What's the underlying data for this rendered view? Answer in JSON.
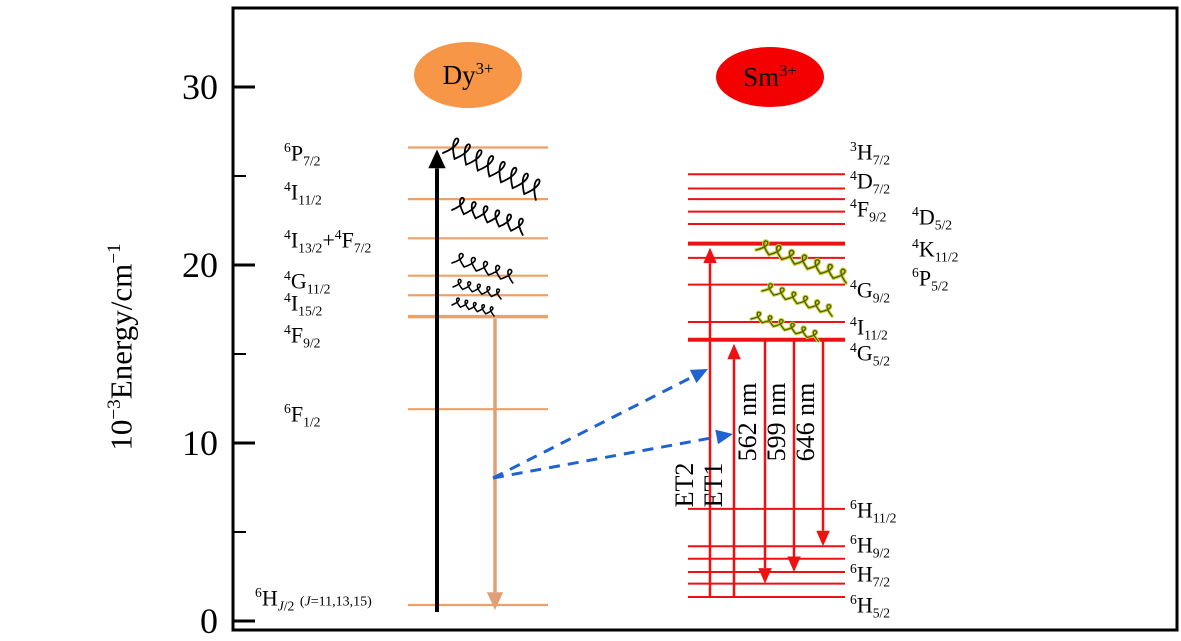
{
  "axis": {
    "title": "10^−3^Energy/cm^−1^",
    "major_ticks": [
      30,
      20,
      10,
      0
    ],
    "minor_ticks": [
      25,
      15,
      5
    ],
    "range": [
      0,
      30
    ]
  },
  "ions": {
    "dy": {
      "name": "Dy^3+^",
      "color": "#F79646"
    },
    "sm": {
      "name": "Sm^3+^",
      "color": "#F40000"
    }
  },
  "dy_levels": [
    {
      "label": "^6^P_7/2_",
      "E": 26.6
    },
    {
      "label": "^4^I_11/2_",
      "E": 23.7
    },
    {
      "label": "^4^I_13/2_+^4^F_7/2_",
      "E": 21.5
    },
    {
      "label": "^4^G_11/2_",
      "E": 19.4
    },
    {
      "label": "^4^I_15/2_",
      "E": 18.3
    },
    {
      "label": "^4^F_9/2_",
      "E": 17.1,
      "thick": true
    },
    {
      "label": "^6^F_1/2_",
      "E": 11.9
    },
    {
      "label": "^6^H_*J*/2_",
      "note": "(*J*=11,13,15)",
      "E": 0.9
    }
  ],
  "sm_levels": [
    {
      "label": "^3^H_7/2_",
      "E": 25.1
    },
    {
      "label": "^4^D_7/2_",
      "E": 24.3
    },
    {
      "label": "^4^F_9/2_",
      "E": 23.7
    },
    {
      "label": "^4^D_5/2_",
      "E": 23.0
    },
    {
      "label": "",
      "E": 22.3
    },
    {
      "label": "^4^K_11/2_",
      "E": 21.2,
      "thick": true
    },
    {
      "label": "^6^P_5/2_",
      "E": 20.4
    },
    {
      "label": "^4^G_9/2_",
      "E": 18.9
    },
    {
      "label": "^4^I_11/2_",
      "E": 16.8
    },
    {
      "label": "^4^G_5/2_",
      "E": 15.8,
      "thick": true
    },
    {
      "label": "^6^H_11/2_",
      "E": 6.3
    },
    {
      "label": "^6^H_9/2_",
      "E": 4.2
    },
    {
      "label": "",
      "E": 3.5
    },
    {
      "label": "^6^H_7/2_",
      "E": 2.75
    },
    {
      "label": "",
      "E": 2.1
    },
    {
      "label": "^6^H_5/2_",
      "E": 1.35
    }
  ],
  "transitions": {
    "excitation": {
      "ion": "Dy",
      "from_E": 0.5,
      "to_E": 26.6
    },
    "dy_emission": {
      "ion": "Dy",
      "from_E": 17.1,
      "to_E": 0.7
    },
    "energy_transfer": [
      {
        "label": "ET2",
        "from_E": 1.35,
        "to_E": 21.2
      },
      {
        "label": "ET1",
        "from_E": 1.35,
        "to_E": 15.8
      }
    ],
    "sm_emissions": [
      {
        "label": "562 nm",
        "from_E": 15.8,
        "to_E": 2.1
      },
      {
        "label": "599 nm",
        "from_E": 15.8,
        "to_E": 2.75
      },
      {
        "label": "646 nm",
        "from_E": 15.8,
        "to_E": 4.2
      }
    ],
    "dy_to_sm_transfer": {
      "style": "dashed",
      "count": 2
    }
  },
  "colors": {
    "dy_level": "#EDA167",
    "dy_arrow": "#DFA077",
    "excitation": "#000000",
    "sm": "#EE1111",
    "et_blue": "#1F63D1",
    "relax_dy": "#000000",
    "relax_sm_outer": "#c3d32a",
    "relax_sm_inner": "#55550e"
  }
}
